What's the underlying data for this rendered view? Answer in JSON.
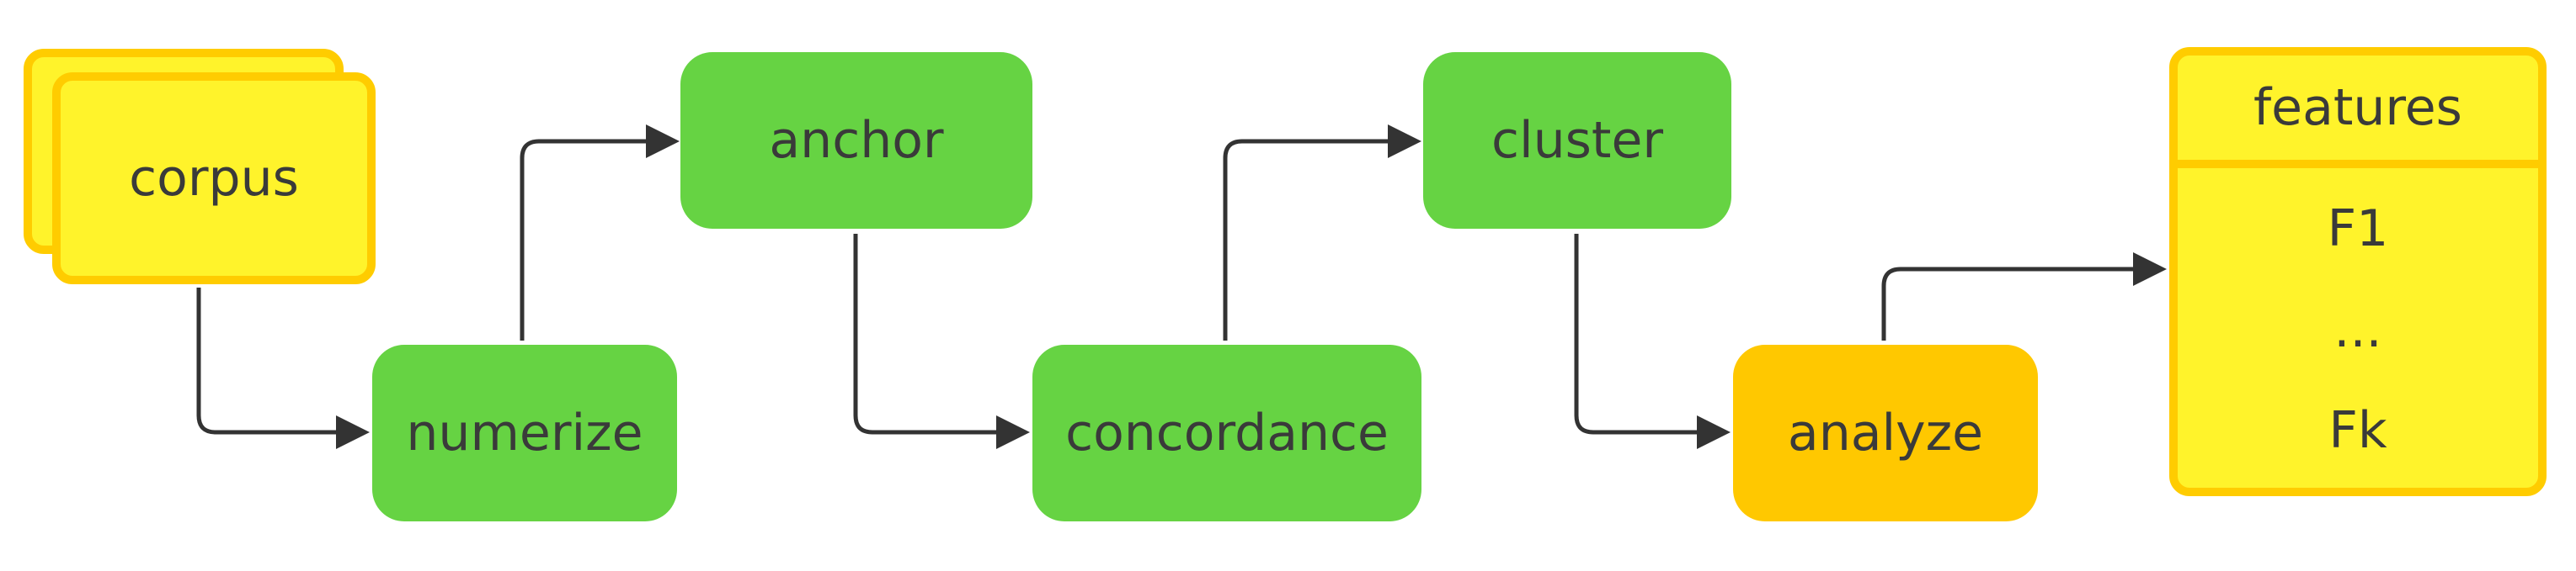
{
  "diagram": {
    "nodes": {
      "corpus": "corpus",
      "numerize": "numerize",
      "anchor": "anchor",
      "concordance": "concordance",
      "cluster": "cluster",
      "analyze": "analyze"
    },
    "features": {
      "title": "features",
      "rows": [
        "F1",
        "...",
        "Fk"
      ]
    },
    "colors": {
      "process": "#66d343",
      "analyze": "#ffc800",
      "document_fill": "#fff32b",
      "document_border": "#ffcc00",
      "edge": "#333333"
    }
  }
}
